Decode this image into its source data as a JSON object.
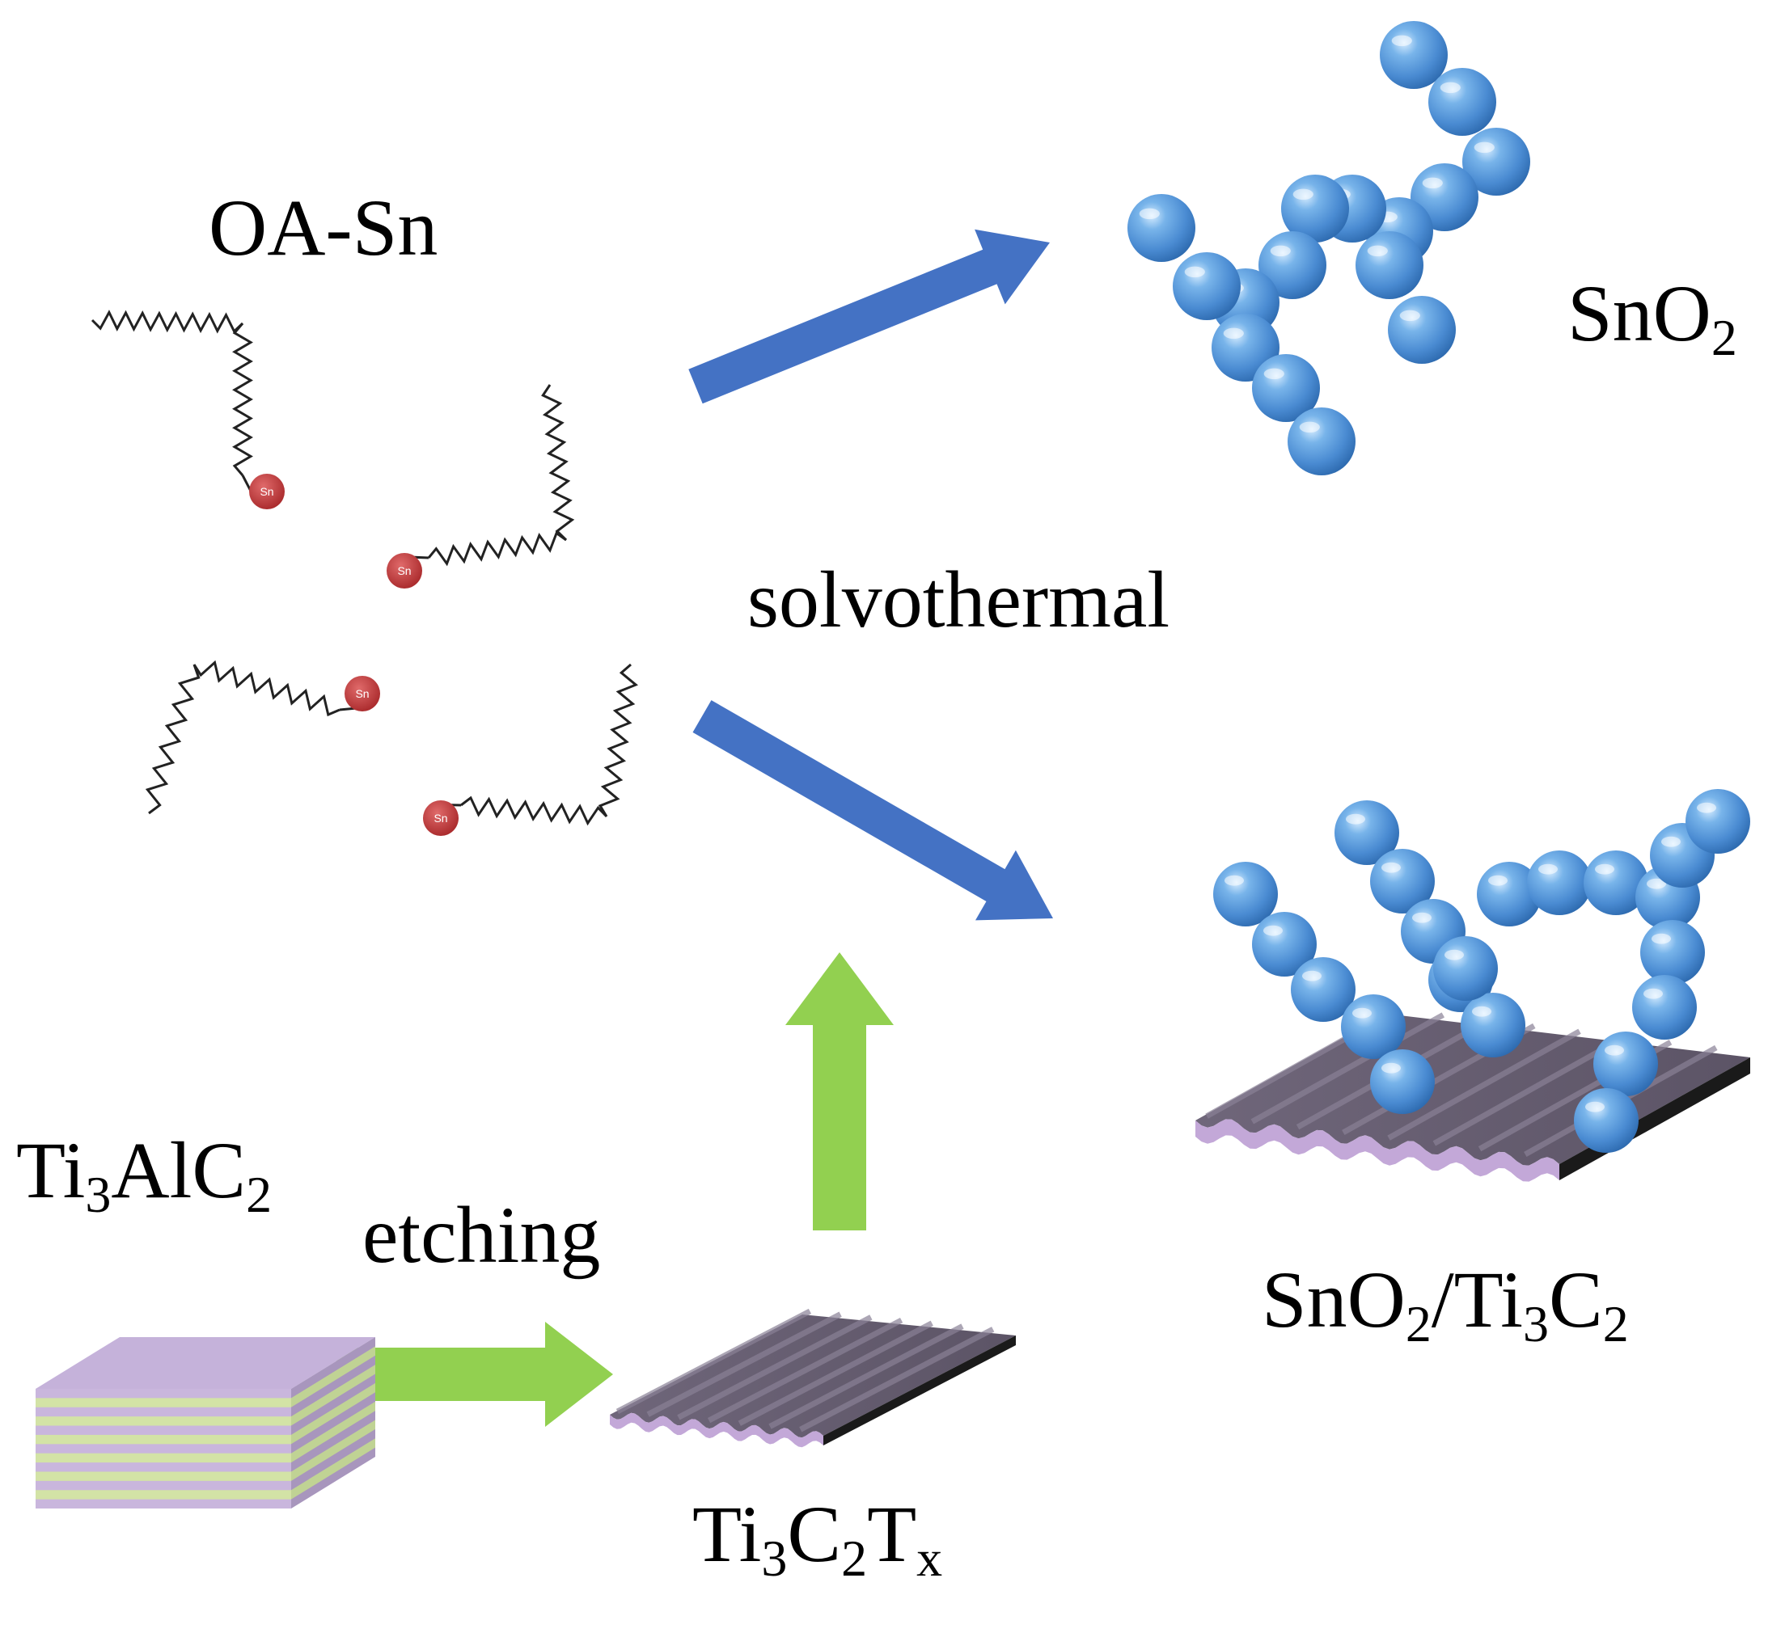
{
  "labels": {
    "oa_sn": "OA-Sn",
    "sno2": {
      "base": "SnO",
      "sub": "2"
    },
    "solvothermal": "solvothermal",
    "ti3alc2": {
      "p1": "Ti",
      "s1": "3",
      "p2": "AlC",
      "s2": "2"
    },
    "etching": "etching",
    "ti3c2tx": {
      "p1": "Ti",
      "s1": "3",
      "p2": "C",
      "s2": "2",
      "p3": "T",
      "s3": "x"
    },
    "composite": {
      "p1": "SnO",
      "s1": "2",
      "p2": "/Ti",
      "s2": "3",
      "p3": "C",
      "s3": "2"
    },
    "sn_atom": "Sn"
  },
  "colors": {
    "blue_arrow": "#4472C4",
    "green_arrow": "#92D050",
    "sphere": "#5B9BD5",
    "sn_ball": "#C0393B",
    "mxene_top": "#6E6478",
    "mxene_side": "#C3A8D8",
    "mxene_edge": "#1A1A1A",
    "block_purple": "#C9B6DD",
    "block_green": "#D3E3A6",
    "chain": "#222222"
  },
  "icons": {
    "precursor": "oleate-tin-molecule-icon",
    "nanoparticle": "sno2-sphere-icon",
    "mxene": "mxene-sheet-icon",
    "max_phase": "layered-block-icon"
  }
}
